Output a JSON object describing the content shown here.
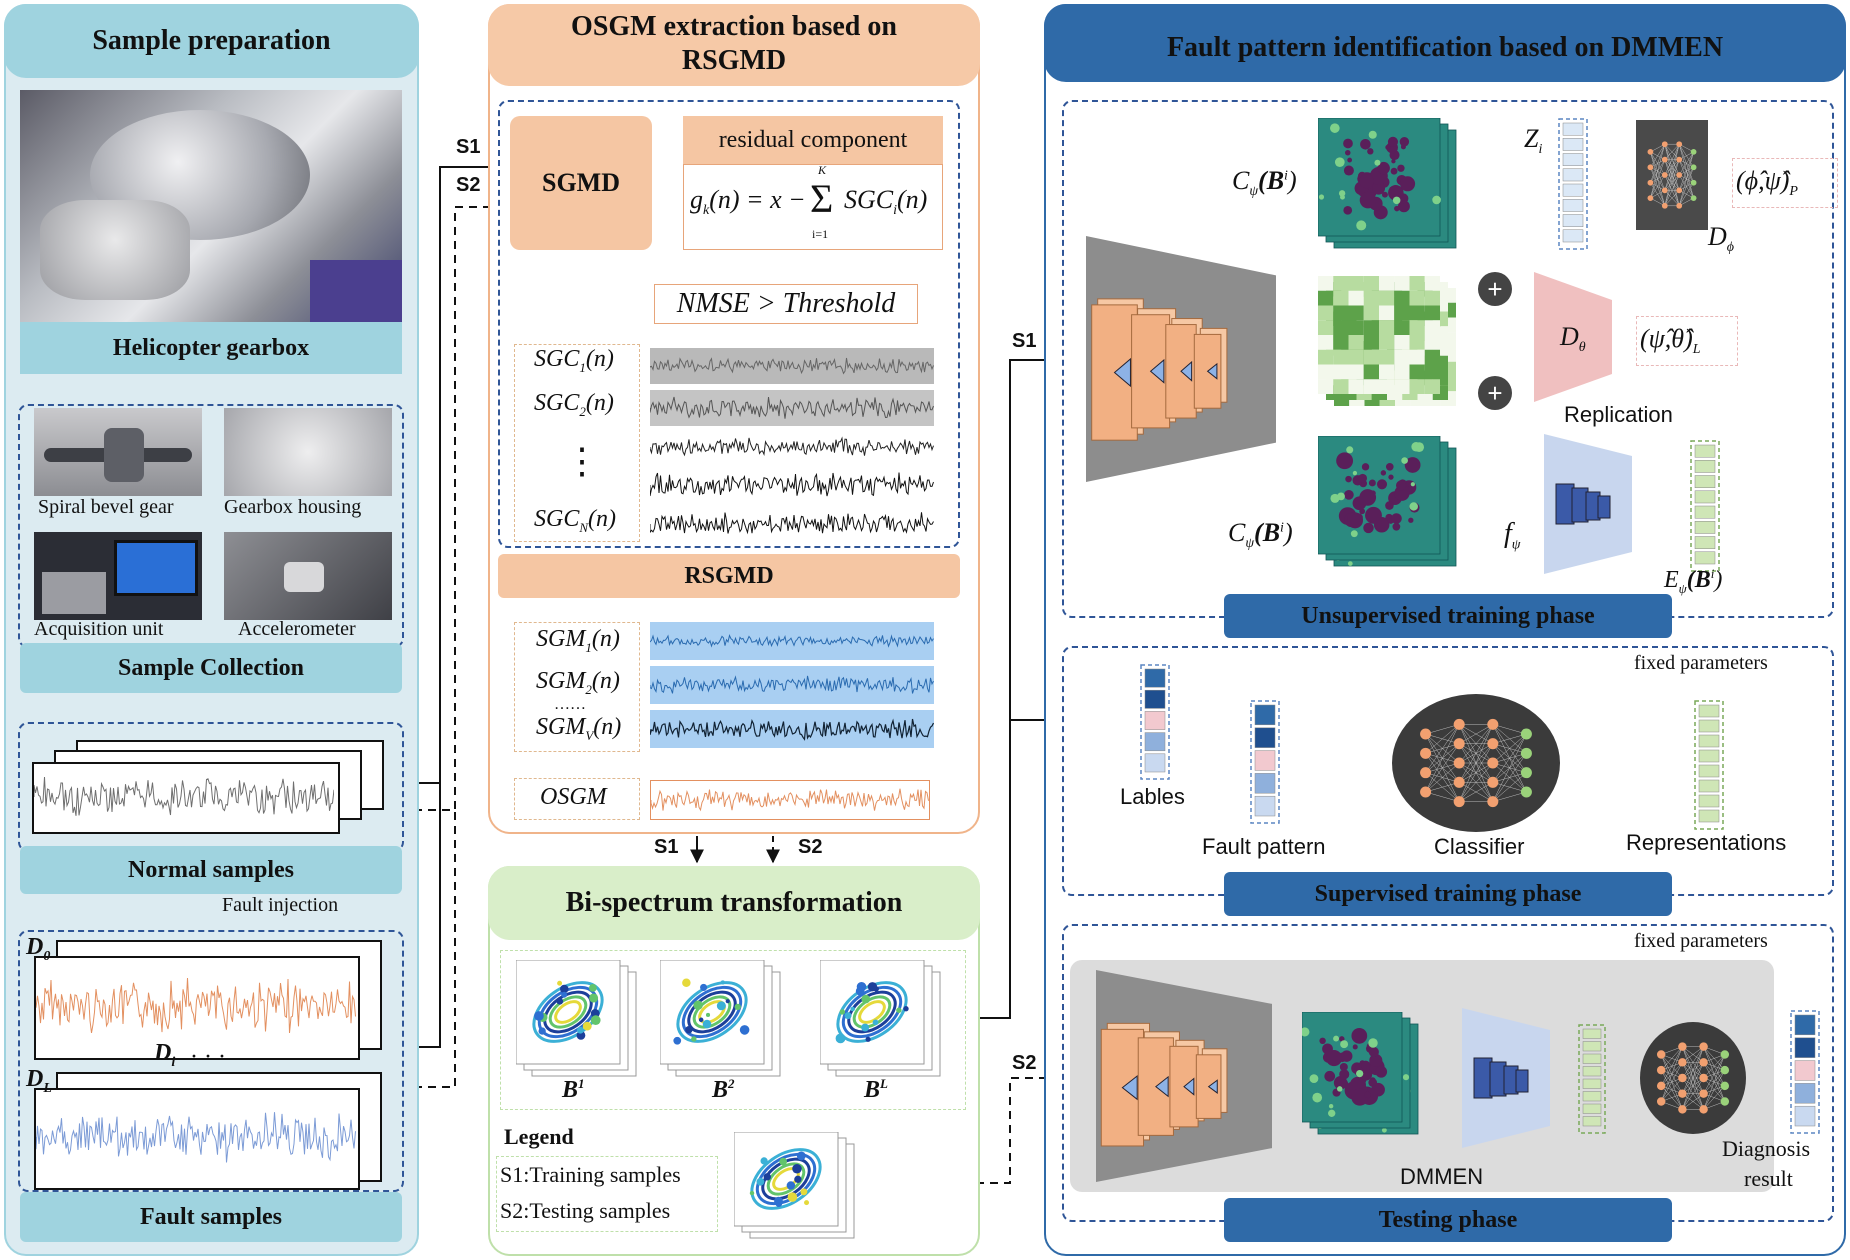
{
  "colors": {
    "panel1_fill": "#dcebf1",
    "panel1_header": "#9fd3df",
    "panel2_header": "#f6c9a7",
    "panel3_header": "#2f6aa8",
    "panel4_header": "#bfe0aa",
    "dash_blue": "#2f5597",
    "signal_gray": "#6f6f6f",
    "signal_orange": "#e39060",
    "signal_blue": "#7c9bd6",
    "plot_blue_bg": "#a9cff2",
    "sgmd_fill": "#f5c6a3",
    "repr_green": "#dcedc4",
    "d_theta_fill": "#f0c0c0"
  },
  "sample_prep": {
    "title": "Sample preparation",
    "gearbox_label": "Helicopter gearbox",
    "items": [
      "Spiral bevel gear",
      "Gearbox housing",
      "Acquisition unit",
      "Accelerometer"
    ],
    "collection_label": "Sample Collection",
    "normal_label": "Normal samples",
    "fault_injection": "Fault injection",
    "d0": "D",
    "d0_sub": "0",
    "di": "D",
    "di_sub": "i",
    "di_dots": "· · ·",
    "dl": "D",
    "dl_sub": "L",
    "fault_label": "Fault samples"
  },
  "osgm": {
    "title_line1": "OSGM extraction based on",
    "title_line2": "RSGMD",
    "sgmd": "SGMD",
    "residual": "residual component",
    "formula": "g_k(n) = x − Σ_{i=1}^{K} SGC_i(n)",
    "formula_left": "g",
    "formula_sub": "k",
    "formula_mid": "(n) = x −",
    "formula_sum": "Σ",
    "formula_top": "K",
    "formula_bot": "i=1",
    "formula_right": "SGC",
    "formula_right_sub": "i",
    "formula_end": "(n)",
    "nmse": "NMSE > Threshold",
    "sgc": [
      {
        "base": "SGC",
        "sub": "1",
        "tail": "(n)"
      },
      {
        "base": "SGC",
        "sub": "2",
        "tail": "(n)"
      },
      {
        "base": "SGC",
        "sub": "N",
        "tail": "(n)"
      }
    ],
    "vdots": "⋮",
    "rsgmd": "RSGMD",
    "sgm": [
      {
        "base": "SGM",
        "sub": "1",
        "tail": "(n)"
      },
      {
        "base": "SGM",
        "sub": "2",
        "tail": "(n)"
      },
      {
        "base": "SGM",
        "sub": "V",
        "tail": "(n)"
      }
    ],
    "dots6": "……",
    "osgm_label": "OSGM"
  },
  "flow": {
    "s1": "S1",
    "s2": "S2"
  },
  "bispectrum": {
    "title": "Bi-spectrum transformation",
    "b_labels": [
      {
        "base": "B",
        "sup": "1"
      },
      {
        "base": "B",
        "sup": "2"
      },
      {
        "base": "B",
        "sup": "L"
      }
    ],
    "legend_title": "Legend",
    "legend_s1": "S1:Training samples",
    "legend_s2": "S2:Testing samples"
  },
  "fault_id": {
    "title": "Fault pattern identification based on DMMEN",
    "unsup": {
      "c_top": "C",
      "c_top_sub": "ψ",
      "c_top_arg": "(B",
      "c_top_sup": "i",
      "c_bot": "C",
      "c_bot_sub": "ψ",
      "c_bot_arg": "(B",
      "c_bot_sup": "i",
      "z": "Z",
      "z_sub": "i",
      "d_phi": "D",
      "d_phi_sub": "ϕ",
      "out_p": "(ϕ̂,ψ̂)",
      "out_p_sub": "P",
      "d_theta": "D",
      "d_theta_sub": "θ",
      "out_l": "(ψ̂,θ̂)",
      "out_l_sub": "L",
      "replication": "Replication",
      "f_psi": "f",
      "f_psi_sub": "ψ",
      "e_psi": "E",
      "e_psi_sub": "ψ",
      "e_psi_arg": "(B",
      "e_psi_sup": "i",
      "phase": "Unsupervised training  phase"
    },
    "sup": {
      "fixed": "fixed parameters",
      "lables": "Lables",
      "fault_pattern": "Fault pattern",
      "classifier": "Classifier",
      "representations": "Representations",
      "phase": "Supervised training phase"
    },
    "test": {
      "fixed": "fixed parameters",
      "dmmen": "DMMEN",
      "diagnosis_1": "Diagnosis",
      "diagnosis_2": "result",
      "phase": "Testing phase"
    }
  }
}
